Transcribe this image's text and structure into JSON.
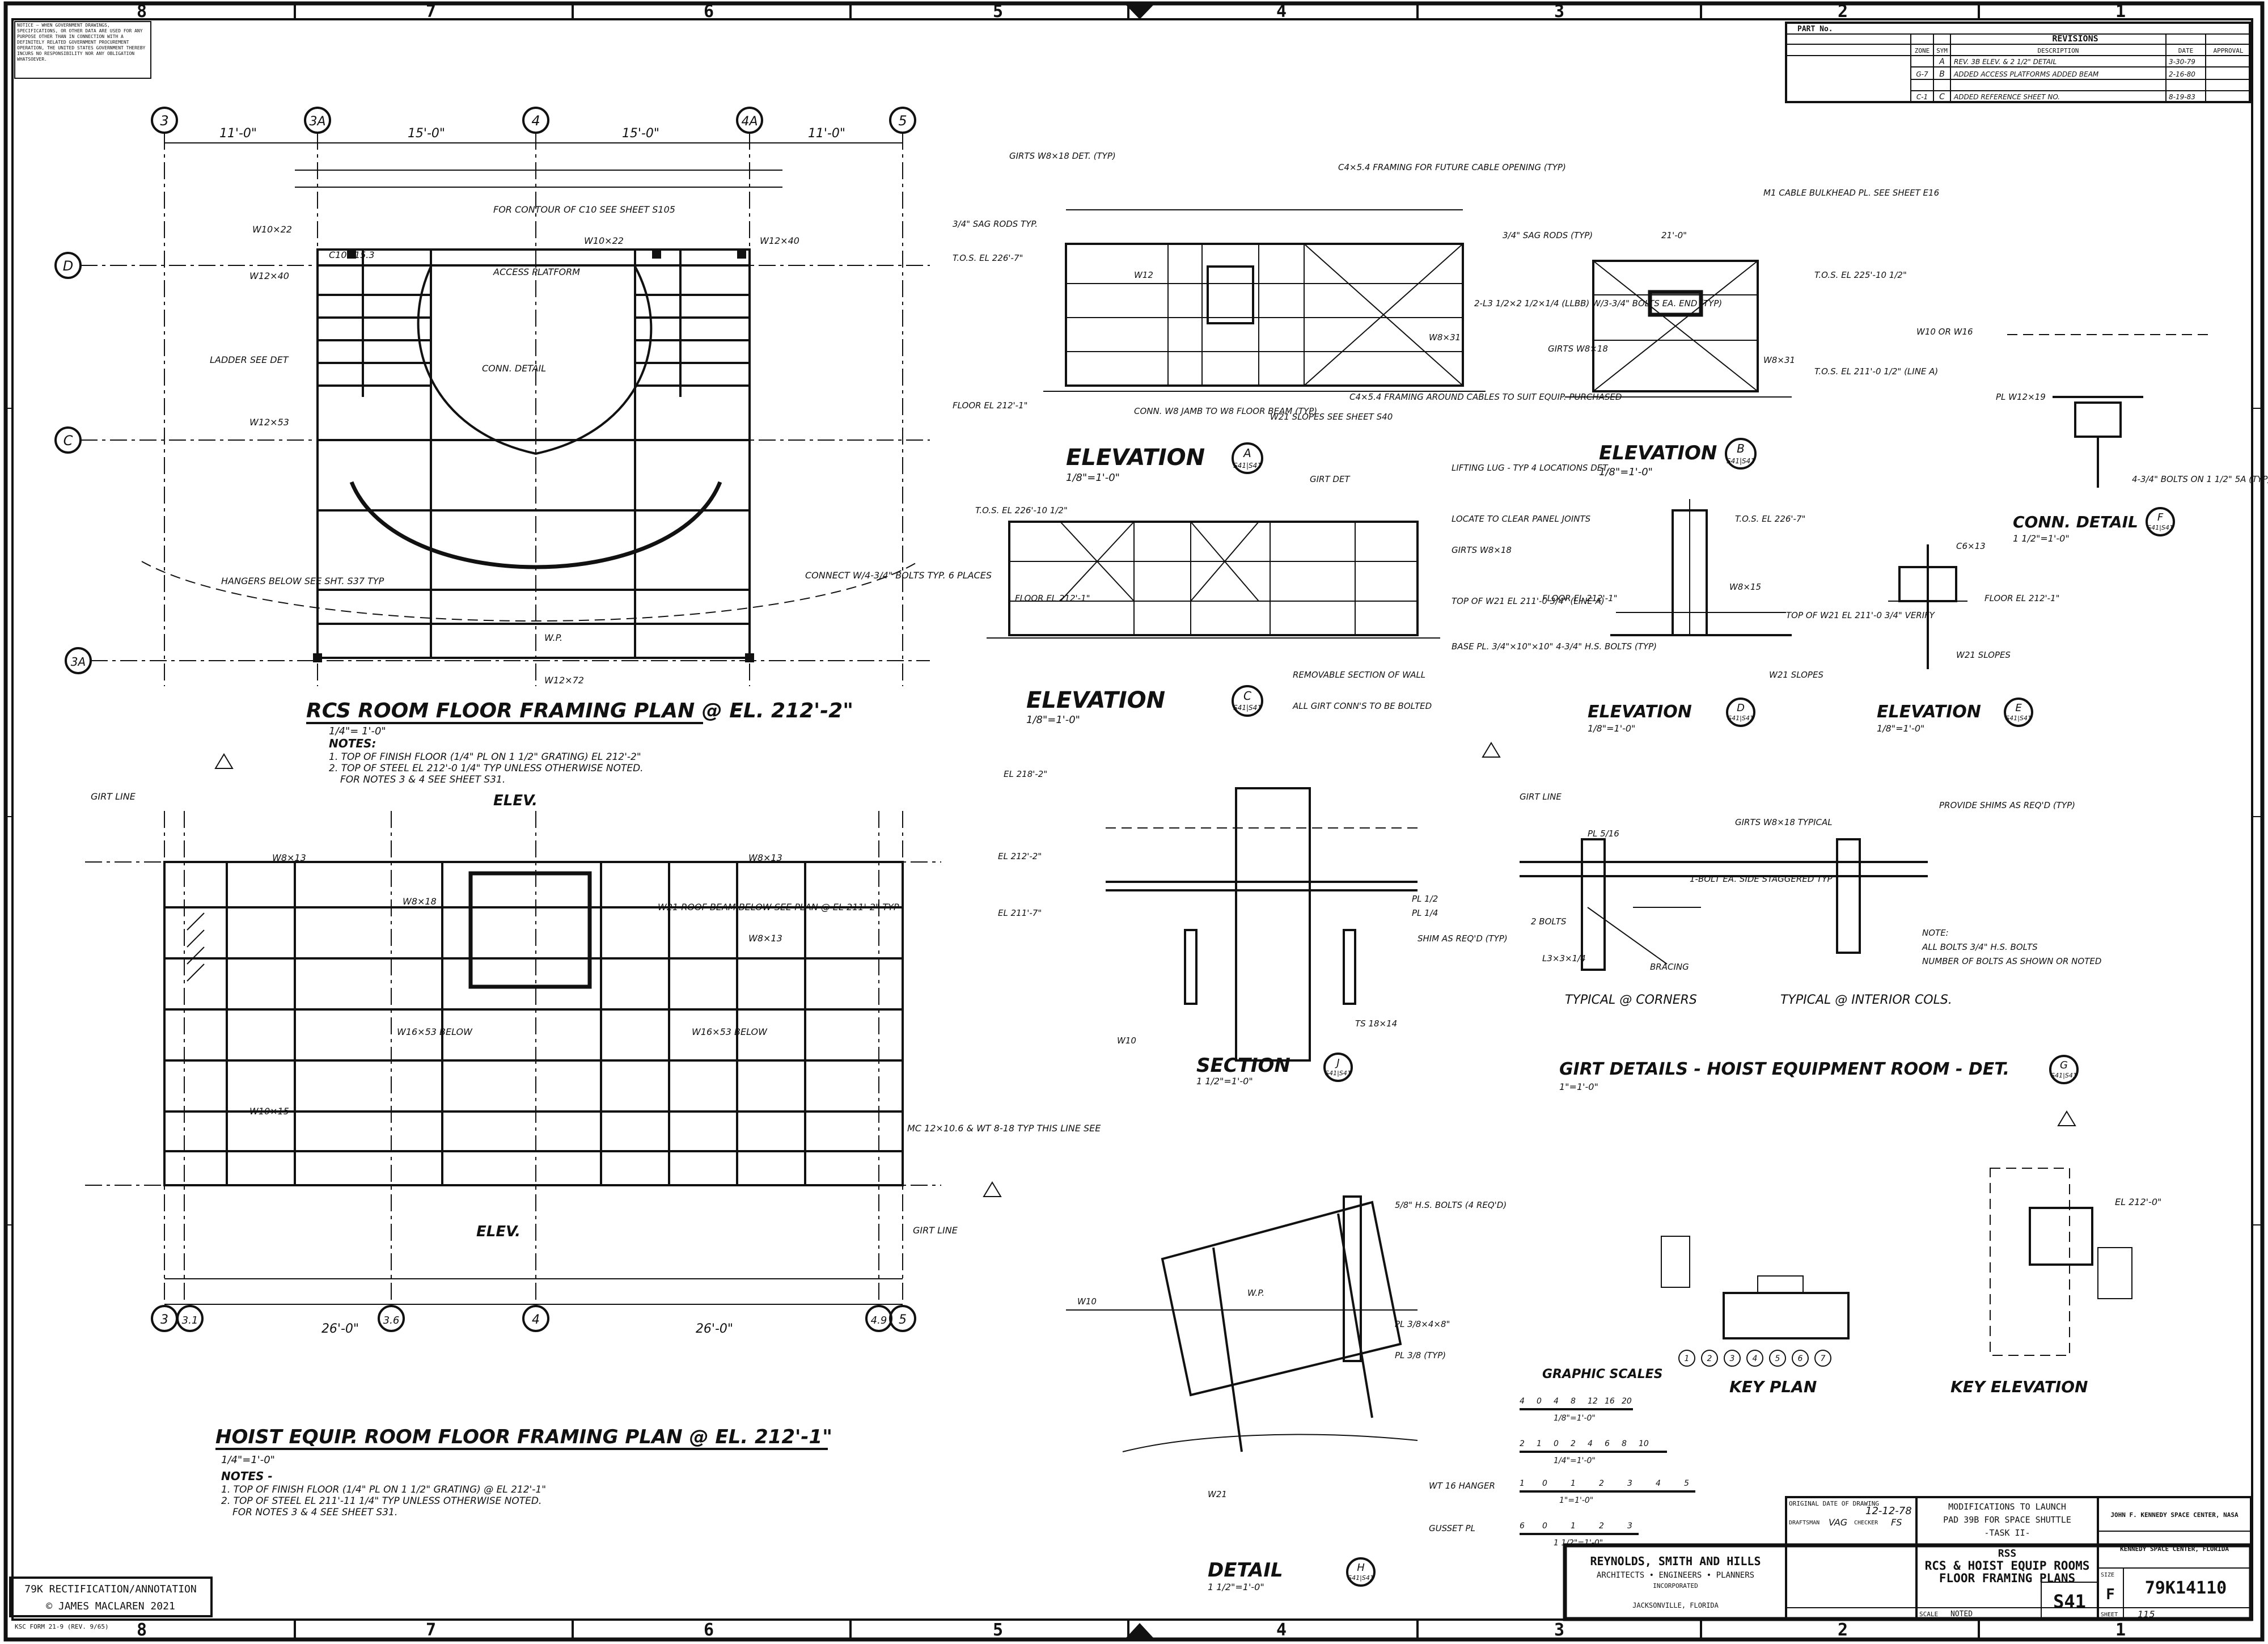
{
  "border": {
    "top_zones": [
      "8",
      "7",
      "6",
      "5",
      "4",
      "3",
      "2",
      "1"
    ],
    "bottom_zones": [
      "8",
      "7",
      "6",
      "5",
      "4",
      "3",
      "2",
      "1"
    ]
  },
  "notice": "NOTICE — WHEN GOVERNMENT DRAWINGS, SPECIFICATIONS, OR OTHER DATA ARE USED FOR ANY PURPOSE OTHER THAN IN CONNECTION WITH A DEFINITELY RELATED GOVERNMENT PROCUREMENT OPERATION, THE UNITED STATES GOVERNMENT THEREBY INCURS NO RESPONSIBILITY NOR ANY OBLIGATION WHATSOEVER.",
  "revisions": {
    "part_no_label": "PART No.",
    "title": "REVISIONS",
    "headers": [
      "ZONE",
      "SYM",
      "DESCRIPTION",
      "DATE",
      "APPROVAL"
    ],
    "rows": [
      [
        "",
        "A",
        "REV. 3B ELEV. & 2 1/2\" DETAIL",
        "3-30-79",
        ""
      ],
      [
        "G-7",
        "B",
        "ADDED ACCESS PLATFORMS ADDED BEAM",
        "2-16-80",
        ""
      ],
      [
        "C-1",
        "C",
        "ADDED REFERENCE SHEET NO.",
        "8-19-83",
        ""
      ]
    ]
  },
  "grid_bubbles_top": [
    "3",
    "3A",
    "4",
    "4A",
    "5"
  ],
  "grid_bubbles_side": [
    "D",
    "C",
    "3A"
  ],
  "grid_bubbles_bottom": [
    "3",
    "3.1",
    "3.6",
    "4",
    "4.9",
    "5"
  ],
  "plan1": {
    "title": "RCS ROOM FLOOR FRAMING PLAN @ EL. 212'-2\"",
    "scale": "1/4\"= 1'-0\"",
    "notes_title": "NOTES:",
    "notes": [
      "1. TOP OF FINISH FLOOR (1/4\" PL ON 1 1/2\" GRATING) EL 212'-2\"",
      "2. TOP OF STEEL EL 212'-0 1/4\" TYP UNLESS OTHERWISE NOTED.",
      "FOR NOTES 3 & 4 SEE SHEET S31."
    ],
    "labels": [
      "W10×22",
      "W12×40",
      "C10×15.3",
      "ACCESS PLATFORM",
      "CONN. DETAIL",
      "FOR CONTOUR OF C10 SEE SHEET S105",
      "LADDER SEE DET",
      "W12×53",
      "HANGERS BELOW SEE SHT. S37 TYP",
      "CONNECT W/4-3/4\" BOLTS TYP. 6 PLACES",
      "W12×72",
      "W.P."
    ],
    "dims": [
      "11'-0\"",
      "15'-0\"",
      "15'-0\"",
      "11'-0\""
    ]
  },
  "plan2": {
    "title": "HOIST EQUIP. ROOM FLOOR FRAMING PLAN @ EL. 212'-1\"",
    "scale": "1/4\"=1'-0\"",
    "notes_title": "NOTES -",
    "notes": [
      "1. TOP OF FINISH FLOOR (1/4\" PL ON 1 1/2\" GRATING) @ EL 212'-1\"",
      "2. TOP OF STEEL EL 211'-11 1/4\" TYP UNLESS OTHERWISE NOTED.",
      "FOR NOTES 3 & 4 SEE SHEET S31."
    ],
    "labels": [
      "W8×13",
      "W8×18",
      "W10×15",
      "W16×53 BELOW",
      "W21 ROOF BEAM BELOW SEE PLAN @ EL 211'-2\" TYP",
      "MC 12×10.6 & WT 8-18 TYP THIS LINE SEE",
      "GIRT LINE",
      "ELEV."
    ],
    "dims": [
      "26'-0\"",
      "26'-0\""
    ]
  },
  "views": [
    {
      "title": "ELEVATION",
      "tag": "A",
      "ref": "S41|S41",
      "scale": "1/8\"=1'-0\""
    },
    {
      "title": "ELEVATION",
      "tag": "B",
      "ref": "S41|S41",
      "scale": "1/8\"=1'-0\""
    },
    {
      "title": "ELEVATION",
      "tag": "C",
      "ref": "S41|S41",
      "scale": "1/8\"=1'-0\""
    },
    {
      "title": "ELEVATION",
      "tag": "D",
      "ref": "S41|S41",
      "scale": "1/8\"=1'-0\""
    },
    {
      "title": "ELEVATION",
      "tag": "E",
      "ref": "S41|S41",
      "scale": "1/8\"=1'-0\""
    },
    {
      "title": "CONN. DETAIL",
      "tag": "F",
      "ref": "S41|S41",
      "scale": "1 1/2\"=1'-0\""
    },
    {
      "title": "SECTION",
      "tag": "J",
      "ref": "S41|S41",
      "scale": "1 1/2\"=1'-0\""
    },
    {
      "title": "GIRT DETAILS - HOIST EQUIPMENT ROOM - DET.",
      "tag": "G",
      "ref": "S41|S41",
      "scale": "1\"=1'-0\""
    },
    {
      "title": "DETAIL",
      "tag": "H",
      "ref": "S41|S41",
      "scale": "1 1/2\"=1'-0\""
    }
  ],
  "callouts": {
    "elevA": [
      "GIRTS W8×18 DET. (TYP)",
      "C4×5.4 FRAMING FOR FUTURE CABLE OPENING (TYP)",
      "3/4\" SAG RODS TYP.",
      "T.O.S. EL 226'-7\"",
      "FLOOR EL 212'-1\"",
      "CONN. W8 JAMB TO W8 FLOOR BEAM (TYP)",
      "W21 SLOPES SEE SHEET S40",
      "C4×5.4 FRAMING AROUND CABLES TO SUIT EQUIP. PURCHASED",
      "2-L3 1/2×2 1/2×1/4 (LLBB) W/3-3/4\" BOLTS EA. END (TYP)",
      "W8×31",
      "W12"
    ],
    "elevB": [
      "M1 CABLE BULKHEAD PL. SEE SHEET E16",
      "T.O.S. EL 225'-10 1/2\"",
      "T.O.S. EL 211'-0 1/2\" (LINE A)",
      "GIRTS W8×18",
      "W8×31",
      "3/4\" SAG RODS (TYP)",
      "21'-0\""
    ],
    "elevC": [
      "GIRT DET",
      "LIFTING LUG - TYP 4 LOCATIONS DET.",
      "LOCATE TO CLEAR PANEL JOINTS",
      "GIRTS W8×18",
      "TOP OF W21 EL 211'-0 3/4\" (LINE A)",
      "BASE PL. 3/4\"×10\"×10\" 4-3/4\" H.S. BOLTS (TYP)",
      "REMOVABLE SECTION OF WALL",
      "ALL GIRT CONN'S TO BE BOLTED",
      "FLOOR EL 212'-1\"",
      "T.O.S. EL 226'-10 1/2\""
    ],
    "elevD": [
      "T.O.S. EL 226'-7\"",
      "W8×15",
      "FLOOR EL 212'-1\"",
      "TOP OF W21 EL 211'-0 3/4\" VERIFY",
      "W21 SLOPES"
    ],
    "elevE": [
      "FLOOR EL 212'-1\"",
      "W21 SLOPES",
      "C6×13"
    ],
    "connF": [
      "W10 OR W16",
      "PL W12×19",
      "4-3/4\" BOLTS ON 1 1/2\" 5A (TYP)"
    ],
    "sectionJ": [
      "EL 218'-2\"",
      "EL 212'-2\"",
      "EL 211'-7\"",
      "PL 1/2",
      "PL 1/4",
      "SHIM AS REQ'D (TYP)",
      "W10",
      "TS 18×14"
    ],
    "girtG": [
      "GIRT LINE",
      "PL 5/16",
      "GIRTS W8×18 TYPICAL",
      "1-BOLT EA. SIDE STAGGERED TYP",
      "PROVIDE SHIMS AS REQ'D (TYP)",
      "2 BOLTS",
      "L3×3×1/4",
      "BRACING",
      "TYPICAL @ CORNERS",
      "TYPICAL @ INTERIOR COLS.",
      "NOTE:",
      "ALL BOLTS 3/4\" H.S. BOLTS",
      "NUMBER OF BOLTS AS SHOWN OR NOTED"
    ],
    "detailH": [
      "W10",
      "5/8\" H.S. BOLTS (4 REQ'D)",
      "PL 3/8×4×8\"",
      "PL 3/8 (TYP)",
      "W.P.",
      "W21",
      "WT 16 HANGER",
      "GUSSET PL"
    ]
  },
  "key_plan": {
    "title": "KEY PLAN",
    "bubbles": [
      "1",
      "2",
      "3",
      "4",
      "5",
      "6",
      "7"
    ]
  },
  "key_elevation": {
    "title": "KEY ELEVATION",
    "label": "EL 212'-0\""
  },
  "graphic_scales": {
    "title": "GRAPHIC SCALES",
    "rows": [
      {
        "ticks": [
          "4",
          "0",
          "4",
          "8",
          "12",
          "16",
          "20"
        ],
        "label": "1/8\"=1'-0\""
      },
      {
        "ticks": [
          "2",
          "1",
          "0",
          "2",
          "4",
          "6",
          "8",
          "10"
        ],
        "label": "1/4\"=1'-0\""
      },
      {
        "ticks": [
          "1",
          "0",
          "1",
          "2",
          "3",
          "4",
          "5"
        ],
        "label": "1\"=1'-0\""
      },
      {
        "ticks": [
          "6",
          "0",
          "1",
          "2",
          "3"
        ],
        "label": "1 1/2\"=1'-0\""
      }
    ]
  },
  "title_block": {
    "original_date_label": "ORIGINAL DATE OF DRAWING",
    "original_date": "12-12-78",
    "drawn_label": "DRAFTSMAN",
    "drawn": "VAG",
    "checked_label": "CHECKER",
    "checked": "FS",
    "firm_name": "REYNOLDS, SMITH AND HILLS",
    "firm_sub": "ARCHITECTS • ENGINEERS • PLANNERS",
    "firm_inc": "INCORPORATED",
    "firm_city": "JACKSONVILLE, FLORIDA",
    "project_1": "MODIFICATIONS TO LAUNCH",
    "project_2": "PAD 39B FOR SPACE SHUTTLE",
    "project_3": "-TASK II-",
    "subject_1": "RSS",
    "subject_2": "RCS & HOIST EQUIP ROOMS",
    "subject_3": "FLOOR FRAMING PLANS",
    "agency_1": "JOHN F. KENNEDY SPACE CENTER, NASA",
    "agency_2": "KENNEDY SPACE CENTER, FLORIDA",
    "scale_label": "SCALE",
    "scale": "NOTED",
    "sheet_no": "S41",
    "size_label": "SIZE",
    "size": "F",
    "drawing_no": "79K14110",
    "sheet_label": "SHEET",
    "sheet": "115"
  },
  "annotation": {
    "line1": "79K RECTIFICATION/ANNOTATION",
    "line2": "© JAMES MACLAREN 2021"
  },
  "form_no": "KSC FORM 21-9 (REV. 9/65)"
}
